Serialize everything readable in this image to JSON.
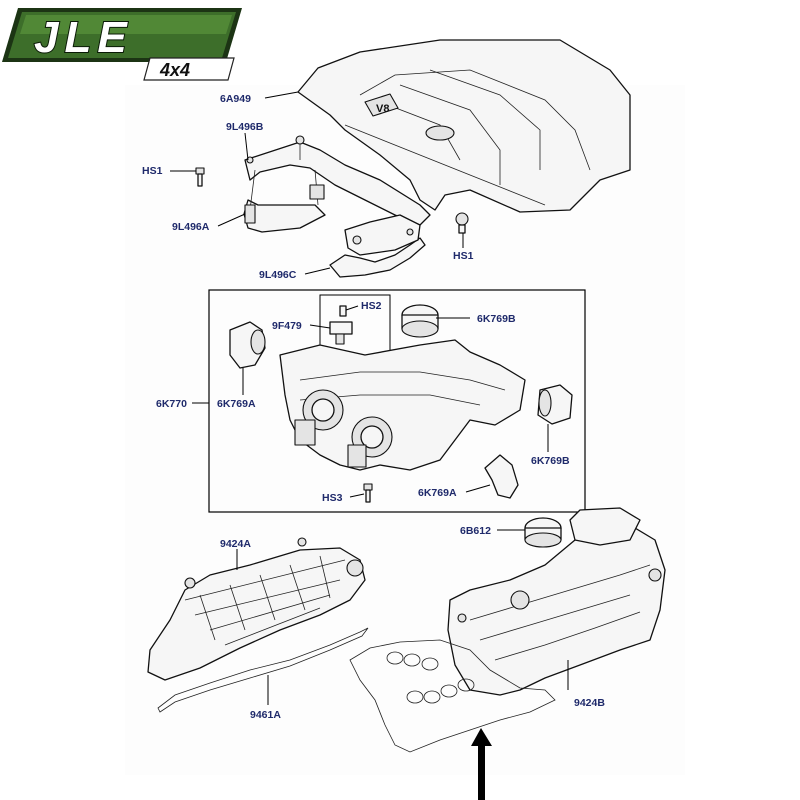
{
  "logo": {
    "brand": "JLE",
    "sub": "4x4"
  },
  "engine_cover": {
    "badge": "V8"
  },
  "labels": {
    "6A949": "6A949",
    "9L496B": "9L496B",
    "HS1_left": "HS1",
    "9L496A": "9L496A",
    "HS1_right": "HS1",
    "9L496C": "9L496C",
    "HS2": "HS2",
    "9F479": "9F479",
    "6K769B_top": "6K769B",
    "6K770": "6K770",
    "6K769A_left": "6K769A",
    "6K769B_right": "6K769B",
    "HS3": "HS3",
    "6K769A_bottom": "6K769A",
    "6B612": "6B612",
    "9424A": "9424A",
    "9461A": "9461A",
    "9424B": "9424B"
  },
  "colors": {
    "label": "#1f2a6b",
    "logo_green": "#3d6e2a",
    "logo_dark": "#1c3414"
  }
}
